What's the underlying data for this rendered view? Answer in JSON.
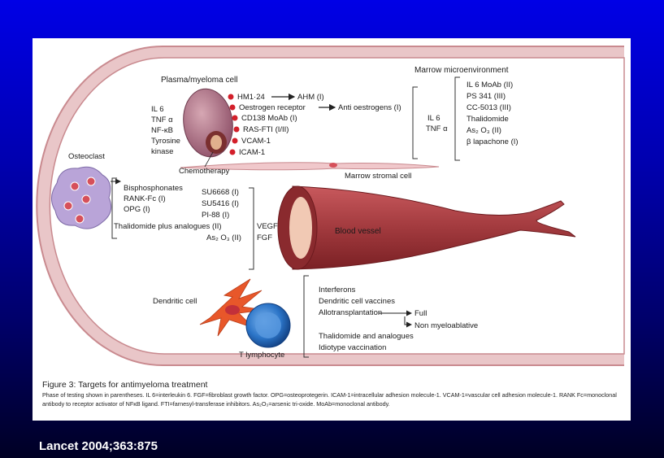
{
  "diagram": {
    "region_label": "Marrow microenvironment",
    "plasma_cell_label": "Plasma/myeloma cell",
    "cytokines_left": [
      "IL 6",
      "TNF α",
      "NF-κB",
      "Tyrosine",
      "kinase"
    ],
    "receptors": [
      "HM1·24",
      "Oestrogen receptor",
      "CD138 MoAb (I)",
      "RAS-FTI (I/II)",
      "VCAM-1",
      "ICAM-1"
    ],
    "receptor_targets": [
      "AHM (I)",
      "Anti oestrogens (I)"
    ],
    "chemotherapy_label": "Chemotherapy",
    "stromal_label": "Marrow stromal cell",
    "stromal_cytokines": [
      "IL 6",
      "TNF α"
    ],
    "stromal_therapies": [
      "IL 6 MoAb (II)",
      "PS 341 (III)",
      "CC-5013 (III)",
      "Thalidomide",
      "As₂ O₃ (II)",
      "β lapachone (I)"
    ],
    "osteoclast_label": "Osteoclast",
    "osteoclast_therapies": [
      "Bisphosphonates",
      "RANK-Fc (I)",
      "OPG (I)"
    ],
    "vessel_label": "Blood vessel",
    "vessel_factors": [
      "VEGF",
      "FGF"
    ],
    "angiogenesis_therapies": [
      "SU6668 (I)",
      "SU5416 (I)",
      "PI-88 (I)",
      "Thalidomide plus analogues (II)",
      "As₂ O₃ (II)"
    ],
    "dendritic_label": "Dendritic cell",
    "lymphocyte_label": "T lymphocyte",
    "immune_therapies": [
      "Interferons",
      "Dendritic cell vaccines",
      "Allotransplantation",
      "Thalidomide and analogues",
      "Idiotype vaccination"
    ],
    "transplant_options": [
      "Full",
      "Non myeloablative"
    ]
  },
  "caption": {
    "title": "Figure 3: Targets for antimyeloma treatment",
    "body": "Phase of testing shown in parentheses. IL 6=interleukin 6. FGF=fibroblast growth factor. OPG=osteoprotegerin. ICAM-1=intracellular adhesion molecule-1. VCAM-1=vascular cell adhesion molecule-1. RANK Fc=monoclonal antibody to receptor activator of NFκB ligand. FTI=farnesyl-transferase inhibitors. As₂O₃=arsenic tri-oxide. MoAb=monoclonal antibody."
  },
  "citation": "Lancet 2004;363:875",
  "colors": {
    "background_top": "#0000e6",
    "background_bottom": "#000024",
    "bone_border": "#c98a8f",
    "marrow_fill": "#f3e3e2",
    "vessel": "#a23a3e",
    "receptor_dot": "#d31f2a",
    "dendritic": "#e8572a",
    "lymphocyte": "#2b74c7"
  }
}
